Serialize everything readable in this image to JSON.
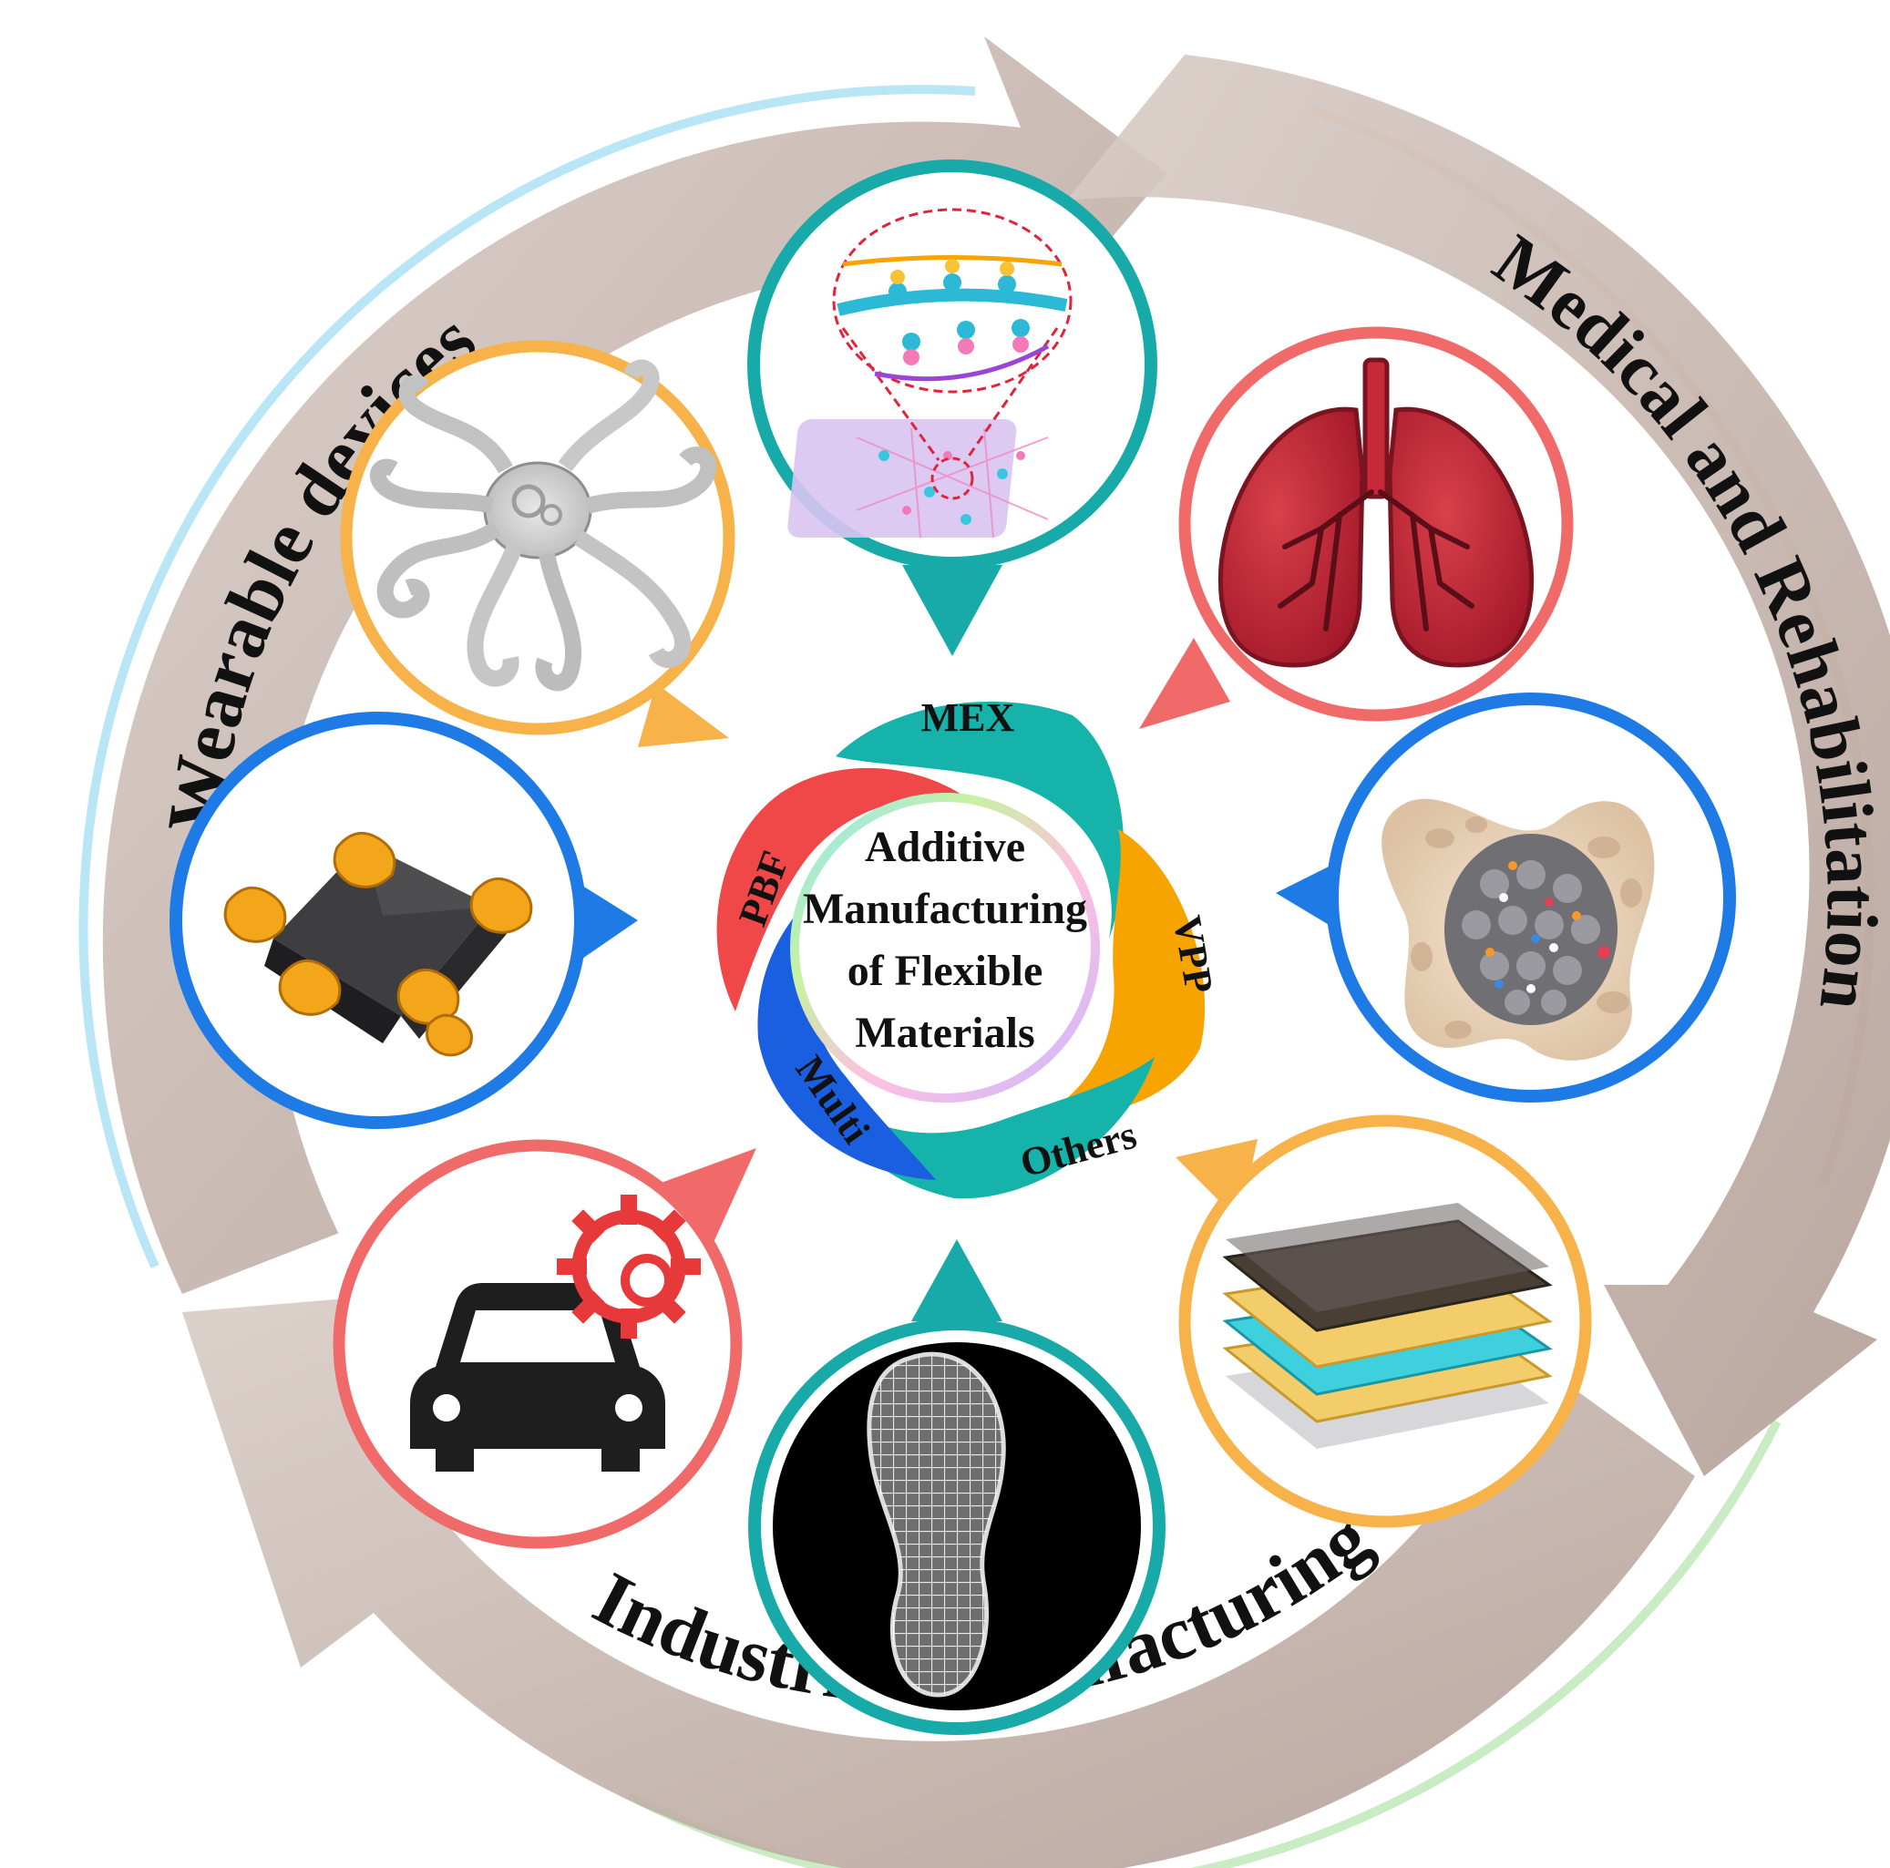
{
  "center": {
    "title_lines": [
      "Additive",
      "Manufacturing",
      "of Flexible",
      "Materials"
    ]
  },
  "processes": [
    {
      "label": "MEX",
      "color": "#15b3aa"
    },
    {
      "label": "VPP",
      "color": "#f7a400"
    },
    {
      "label": "Others",
      "color": "#15b3aa"
    },
    {
      "label": "Multi",
      "color": "#1a5fe0"
    },
    {
      "label": "PBF",
      "color": "#f04848"
    }
  ],
  "applications": [
    {
      "label": "Wearable devices"
    },
    {
      "label": "Medical and Rehabilitation"
    },
    {
      "label": "Industrial manufacturing"
    }
  ],
  "colors": {
    "ring_arrow": "#b8a39a",
    "teal": "#17aaa8",
    "orange": "#f7b24a",
    "red": "#f06a6a",
    "blue": "#1e7be6"
  },
  "bubbles": [
    {
      "name": "molecular-network-image",
      "color": "#17aaa8"
    },
    {
      "name": "lungs-icon",
      "color": "#f06a6a"
    },
    {
      "name": "bone-scaffold-image",
      "color": "#1e7be6"
    },
    {
      "name": "layered-sensor-image",
      "color": "#f7b24a"
    },
    {
      "name": "lattice-insole-image",
      "color": "#17aaa8"
    },
    {
      "name": "car-gear-icon",
      "color": "#f06a6a"
    },
    {
      "name": "soft-gripper-image",
      "color": "#1e7be6"
    },
    {
      "name": "octopus-robot-image",
      "color": "#f7b24a"
    }
  ]
}
